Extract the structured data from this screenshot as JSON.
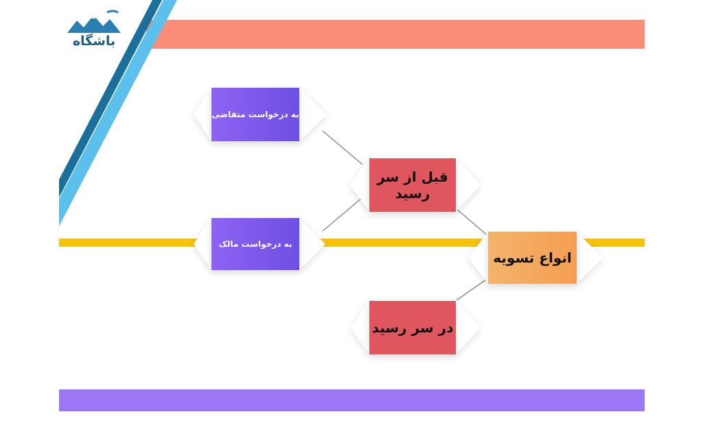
{
  "brand": {
    "logo_text": "باشگاه"
  },
  "colors": {
    "top_band": "#fb8c78",
    "bottom_band": "#9b77f6",
    "timeline": "#f7c20a",
    "diagonal_light": "#5bc0eb",
    "diagonal_dark": "#1c6f9b",
    "node_purple": "#7c58ec",
    "node_red": "#e0565f",
    "node_orange": "#f4a85d"
  },
  "nodes": {
    "root": "انواع تسویه",
    "before_due": "قبل از سر رسید",
    "at_due": "در سر رسید",
    "creditor_request": "به درخواست متقاضی",
    "owner_request": "به درخواست مالک"
  }
}
